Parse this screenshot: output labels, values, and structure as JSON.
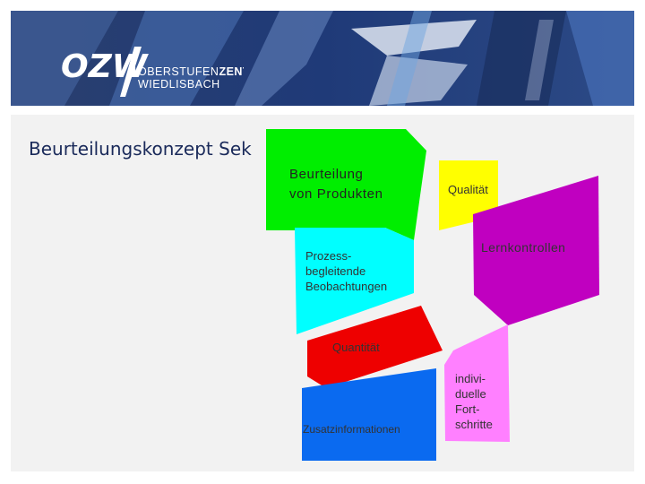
{
  "banner": {
    "logo_mark": "OZW",
    "school_name_line1_prefix": "OBERSTUFEN",
    "school_name_line1_bold": "ZENTRUM",
    "school_name_line2": "WIEDLISBACH"
  },
  "slide": {
    "title": "Beurteilungskonzept Sek"
  },
  "blocks": {
    "produkten": {
      "lines": [
        "Beurteilung",
        "von Produkten"
      ],
      "color": "#00ee00"
    },
    "qualitaet": {
      "label": "Qualität",
      "color": "#ffff00"
    },
    "prozess": {
      "lines": [
        "Prozess-",
        "begleitende",
        "Beobachtungen"
      ],
      "color": "#00ffff"
    },
    "lernkontrollen": {
      "label": "Lernkontrollen",
      "color": "#c000c0"
    },
    "quantitaet": {
      "label": "Quantität",
      "color": "#ee0000"
    },
    "zusatz": {
      "label": "Zusatzinformationen",
      "color": "#0a6af0"
    },
    "individuell": {
      "lines": [
        "indivi-",
        "duelle",
        "Fort-",
        "schritte"
      ],
      "color": "#ff80ff"
    }
  }
}
